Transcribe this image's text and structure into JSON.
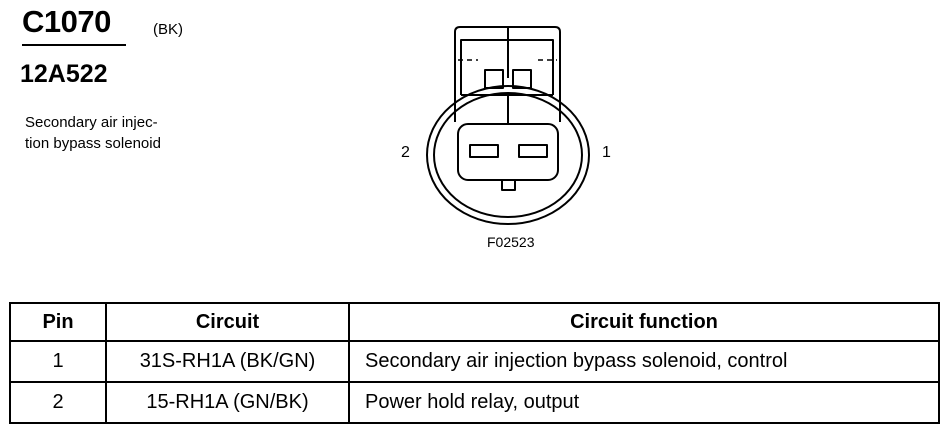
{
  "header": {
    "connector_id": "C1070",
    "connector_color": "(BK)",
    "part_number": "12A522",
    "description_line1": "Secondary air injec-",
    "description_line2": "tion bypass solenoid"
  },
  "diagram": {
    "pin_left": "2",
    "pin_right": "1",
    "figure_id": "F02523"
  },
  "table": {
    "headers": [
      "Pin",
      "Circuit",
      "Circuit function"
    ],
    "rows": [
      {
        "pin": "1",
        "circuit": "31S-RH1A (BK/GN)",
        "function": "Secondary air injection bypass solenoid, control"
      },
      {
        "pin": "2",
        "circuit": "15-RH1A (GN/BK)",
        "function": "Power hold relay, output"
      }
    ]
  }
}
